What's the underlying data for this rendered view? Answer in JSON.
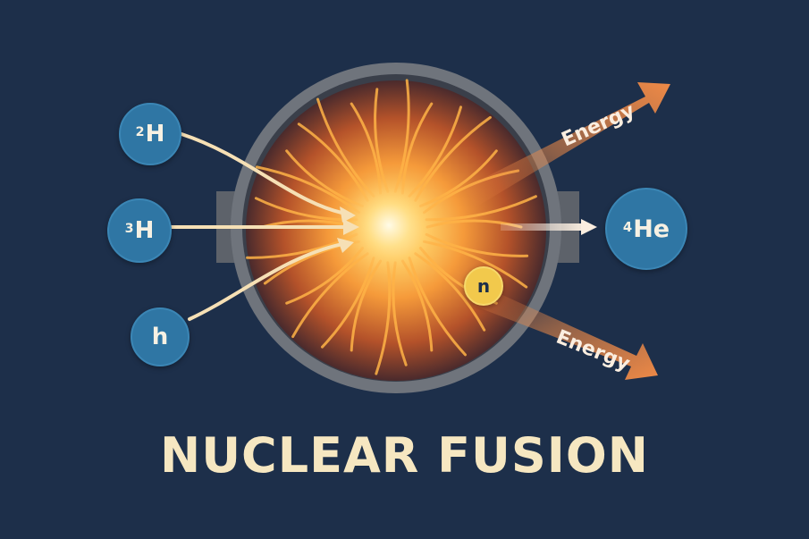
{
  "diagram": {
    "title": "NUCLEAR FUSION",
    "reactants": [
      {
        "mass_number": "2",
        "symbol": "H"
      },
      {
        "mass_number": "3",
        "symbol": "H"
      },
      {
        "mass_number": "",
        "symbol": "h"
      }
    ],
    "products": {
      "helium": {
        "mass_number": "4",
        "symbol": "He"
      },
      "neutron": {
        "symbol": "n"
      }
    },
    "energy_labels": [
      "Energy",
      "Energy"
    ]
  },
  "colors": {
    "background": "#1d2f4a",
    "nucleus": "#2f76a4",
    "neutron": "#f2c94c",
    "energy_arrow": "#ef8a47",
    "title": "#f6e7c1",
    "reactor_ring": "#7b7f86",
    "core_glow": "#ffd36a"
  },
  "icons": {
    "reactor": "reactor-chamber-icon",
    "core": "fusion-core-burst-icon"
  }
}
